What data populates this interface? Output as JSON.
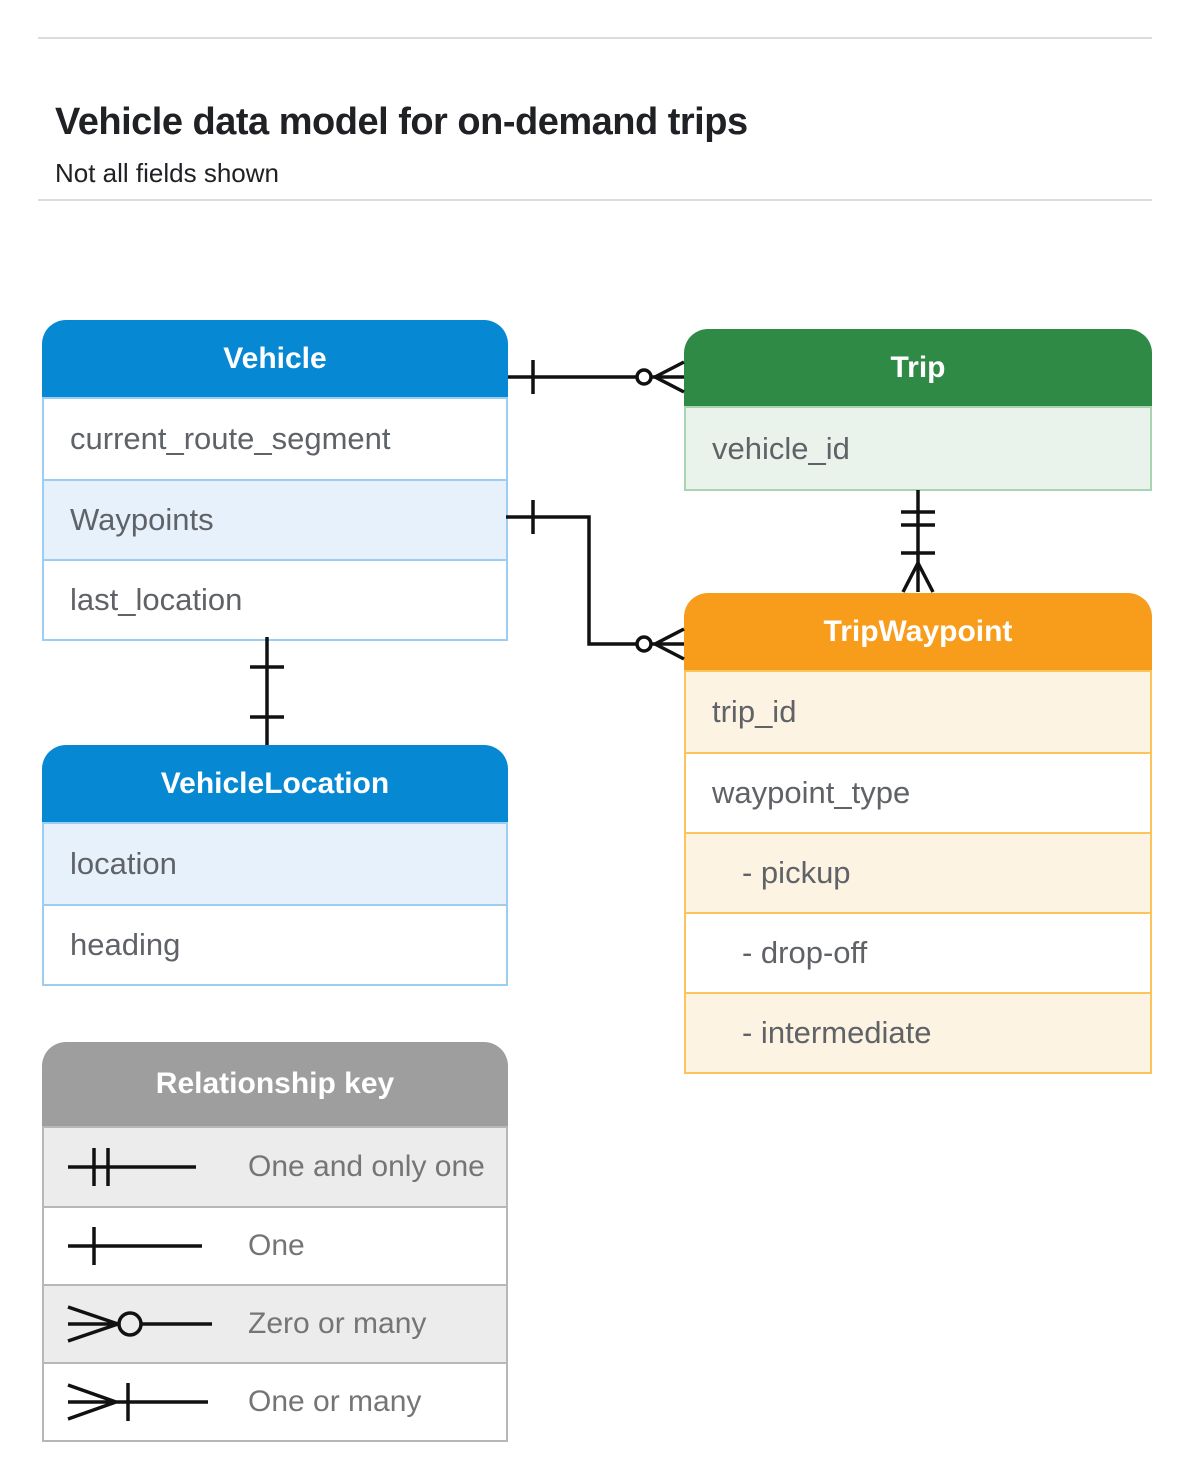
{
  "header": {
    "title": "Vehicle data model for on-demand trips",
    "subtitle": "Not all fields shown"
  },
  "tables": {
    "vehicle": {
      "title": "Vehicle",
      "rows": [
        {
          "label": "current_route_segment",
          "tinted": false
        },
        {
          "label": "Waypoints",
          "tinted": true
        },
        {
          "label": "last_location",
          "tinted": false
        }
      ]
    },
    "trip": {
      "title": "Trip",
      "rows": [
        {
          "label": "vehicle_id",
          "tinted": true
        }
      ]
    },
    "trip_waypoint": {
      "title": "TripWaypoint",
      "rows": [
        {
          "label": "trip_id",
          "tinted": true
        },
        {
          "label": "waypoint_type",
          "tinted": false
        },
        {
          "label": "- pickup",
          "tinted": true,
          "indent": true
        },
        {
          "label": "- drop-off",
          "tinted": false,
          "indent": true
        },
        {
          "label": "- intermediate",
          "tinted": true,
          "indent": true
        }
      ]
    },
    "vehicle_location": {
      "title": "VehicleLocation",
      "rows": [
        {
          "label": "location",
          "tinted": true
        },
        {
          "label": "heading",
          "tinted": false
        }
      ]
    }
  },
  "legend": {
    "title": "Relationship key",
    "rows": [
      {
        "symbol": "one-and-only-one-icon",
        "label": "One and only one",
        "tinted": true
      },
      {
        "symbol": "one-icon",
        "label": "One",
        "tinted": false
      },
      {
        "symbol": "zero-or-many-icon",
        "label": "Zero or many",
        "tinted": true
      },
      {
        "symbol": "one-or-many-icon",
        "label": "One or many",
        "tinted": false
      }
    ]
  },
  "relationships": [
    {
      "from": "Vehicle",
      "to": "Trip",
      "from_cardinality": "one",
      "to_cardinality": "zero-or-many"
    },
    {
      "from": "Vehicle.Waypoints",
      "to": "TripWaypoint",
      "from_cardinality": "one",
      "to_cardinality": "zero-or-many"
    },
    {
      "from": "Trip",
      "to": "TripWaypoint",
      "from_cardinality": "one-and-only-one",
      "to_cardinality": "one-or-many"
    },
    {
      "from": "Vehicle",
      "to": "VehicleLocation",
      "from_cardinality": "one",
      "to_cardinality": "one"
    }
  ],
  "colors": {
    "blue_header": "#0688d2",
    "blue_tint": "#e7f1fc",
    "blue_border": "#9ecdf2",
    "green_header": "#2f8a46",
    "green_tint": "#eaf3eb",
    "green_border": "#a9d4b1",
    "orange_header": "#f89c1c",
    "orange_tint": "#fdf3e2",
    "orange_border": "#fbc55c",
    "gray_header": "#9e9e9e",
    "gray_tint": "#ececec",
    "gray_border": "#b7b7b7",
    "line_color": "#111111",
    "row_text": "#5f6368",
    "legend_text": "#757575",
    "title_text": "#202124",
    "hairline": "#dadce0"
  }
}
